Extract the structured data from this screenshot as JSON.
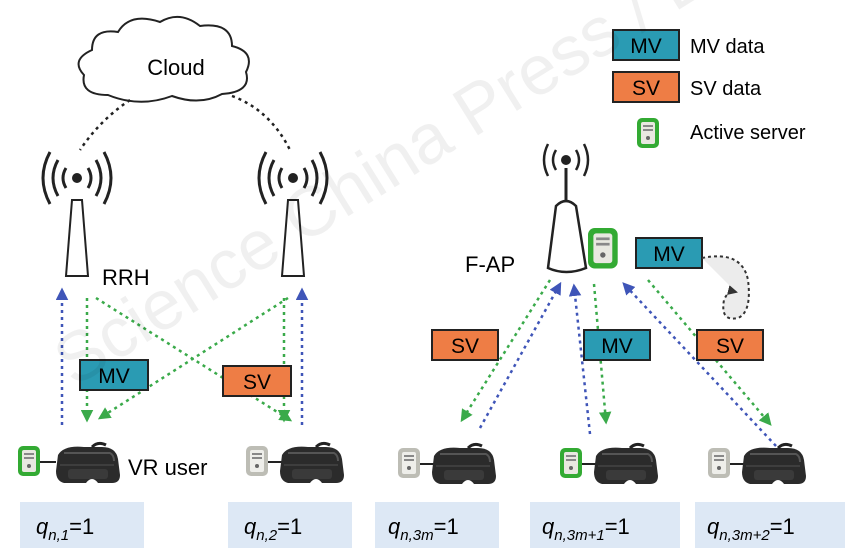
{
  "legend": {
    "mv_box": "MV",
    "mv_text": "MV data",
    "sv_box": "SV",
    "sv_text": "SV data",
    "server_text": "Active server"
  },
  "left": {
    "cloud_label": "Cloud",
    "rrh_label": "RRH",
    "vr_user_label": "VR user",
    "mv_tag": "MV",
    "sv_tag": "SV"
  },
  "right": {
    "fap_label": "F-AP",
    "mv_top_tag": "MV",
    "sv_left_tag": "SV",
    "mv_mid_tag": "MV",
    "sv_right_tag": "SV"
  },
  "users": [
    {
      "sub": "n,1",
      "value": "=1"
    },
    {
      "sub": "n,2",
      "value": "=1"
    },
    {
      "sub": "n,3m",
      "value": "=1"
    },
    {
      "sub": "n,3m+1",
      "value": "=1"
    },
    {
      "sub": "n,3m+2",
      "value": "=1"
    }
  ],
  "watermark": "Science China Press / Elsevier Electron Science",
  "colors": {
    "mv_fill": "#2a9bb3",
    "sv_fill": "#ee7d45",
    "uplink": "#3f55b8",
    "downlink": "#3aaa4a",
    "server_green": "#33aa33",
    "label_bg": "#dde8f5"
  },
  "icons": {
    "antenna": "antenna-tower-icon",
    "server": "server-icon",
    "headset": "vr-headset-icon",
    "cloud": "cloud-icon"
  }
}
